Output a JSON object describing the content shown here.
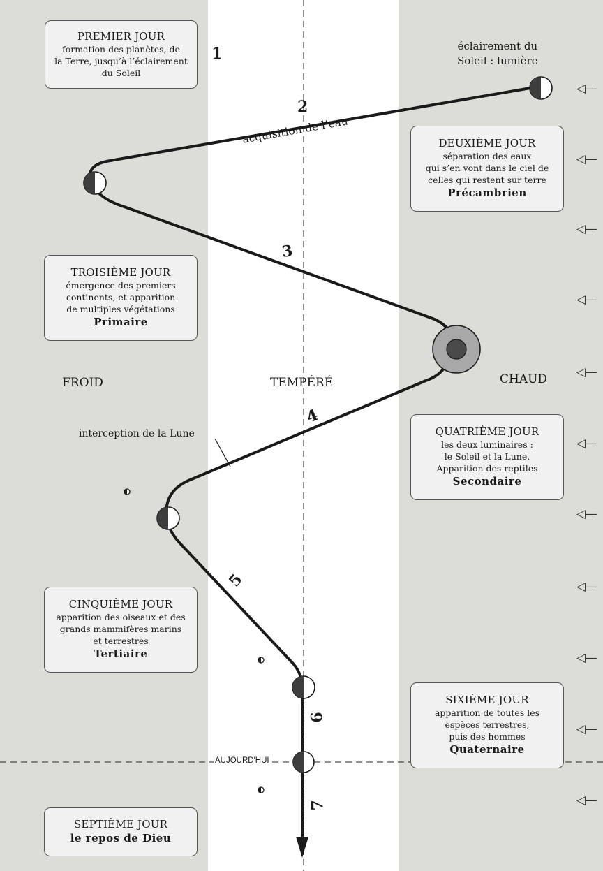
{
  "colors": {
    "band": "#dcdcd8",
    "line": "#1a1a1a",
    "moon_dark": "#3d3d3d",
    "sun_outer": "#a8a8a8",
    "sun_core": "#4a4a4a"
  },
  "zones": {
    "cold": "FROID",
    "temperate": "TEMPÉRÉ",
    "hot": "CHAUD"
  },
  "days": [
    {
      "title": "PREMIER JOUR",
      "lines": [
        "formation des planètes, de",
        "la Terre, jusqu’à l’éclairement",
        "du Soleil"
      ],
      "era": ""
    },
    {
      "title": "DEUXIÈME JOUR",
      "lines": [
        "séparation des eaux",
        "qui s’en vont dans le ciel de",
        "celles qui restent sur terre"
      ],
      "era": "Précambrien"
    },
    {
      "title": "TROISIÈME JOUR",
      "lines": [
        "émergence des premiers",
        "continents, et apparition",
        "de multiples végétations"
      ],
      "era": "Primaire"
    },
    {
      "title": "QUATRIÈME JOUR",
      "lines": [
        "les deux luminaires :",
        "le Soleil et la Lune.",
        "Apparition des reptiles"
      ],
      "era": "Secondaire"
    },
    {
      "title": "CINQUIÈME JOUR",
      "lines": [
        "apparition des oiseaux et des",
        "grands mammifères marins",
        "et terrestres"
      ],
      "era": "Tertiaire"
    },
    {
      "title": "SIXIÈME JOUR",
      "lines": [
        "apparition de toutes les",
        "espèces terrestres,",
        "puis des hommes"
      ],
      "era": "Quaternaire"
    },
    {
      "title": "SEPTIÈME JOUR",
      "lines": [],
      "era": "le repos de Dieu"
    }
  ],
  "annotations": {
    "sunlight": [
      "éclairement du",
      "Soleil : lumière"
    ],
    "water": "acquisition de l’eau",
    "moon": "interception de la Lune",
    "today": "AUJOURD'HUI"
  },
  "segments": [
    "1",
    "2",
    "3",
    "4",
    "5",
    "6",
    "7"
  ],
  "arrow_glyph": "◁—"
}
